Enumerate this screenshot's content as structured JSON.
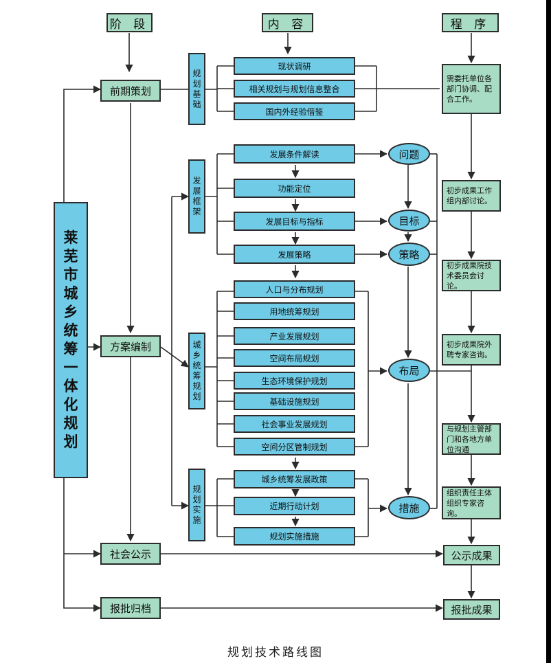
{
  "headers": {
    "stage": "阶 段",
    "content": "内 容",
    "procedure": "程 序"
  },
  "main_title": "莱芜市城乡统筹一体化规划",
  "stages": {
    "preliminary": "前期策划",
    "scheme": "方案编制",
    "publicity": "社会公示",
    "approval": "报批归档"
  },
  "categories": {
    "foundation": "规划基础",
    "framework": "发展框架",
    "integration": "城乡统筹规划",
    "implementation": "规划实施"
  },
  "content_items": {
    "foundation": [
      "现状调研",
      "相关规划与规划信息整合",
      "国内外经验借鉴"
    ],
    "framework": [
      "发展条件解读",
      "功能定位",
      "发展目标与指标",
      "发展策略"
    ],
    "integration": [
      "人口与分布规划",
      "用地统筹规划",
      "产业发展规划",
      "空间布局规划",
      "生态环境保护规划",
      "基础设施规划",
      "社会事业发展规划",
      "空间分区管制规划"
    ],
    "implementation": [
      "城乡统筹发展政策",
      "近期行动计划",
      "规划实施措施"
    ]
  },
  "outcomes": [
    "问题",
    "目标",
    "策略",
    "布局",
    "措施"
  ],
  "procedures": [
    "需委托单位各部门协调、配合工作。",
    "初步成果工作组内部讨论。",
    "初步成果院技术委员会讨论。",
    "初步成果院外聘专家咨询。",
    "与规划主管部门和各地方单位沟通",
    "组织责任主体组织专家咨询。"
  ],
  "procedure_results": {
    "publicity": "公示成果",
    "approval": "报批成果"
  },
  "caption": "规划技术路线图",
  "colors": {
    "stage_fill": "#a8dcc4",
    "content_fill": "#6fcbe6",
    "line": "#2b2b2b"
  }
}
